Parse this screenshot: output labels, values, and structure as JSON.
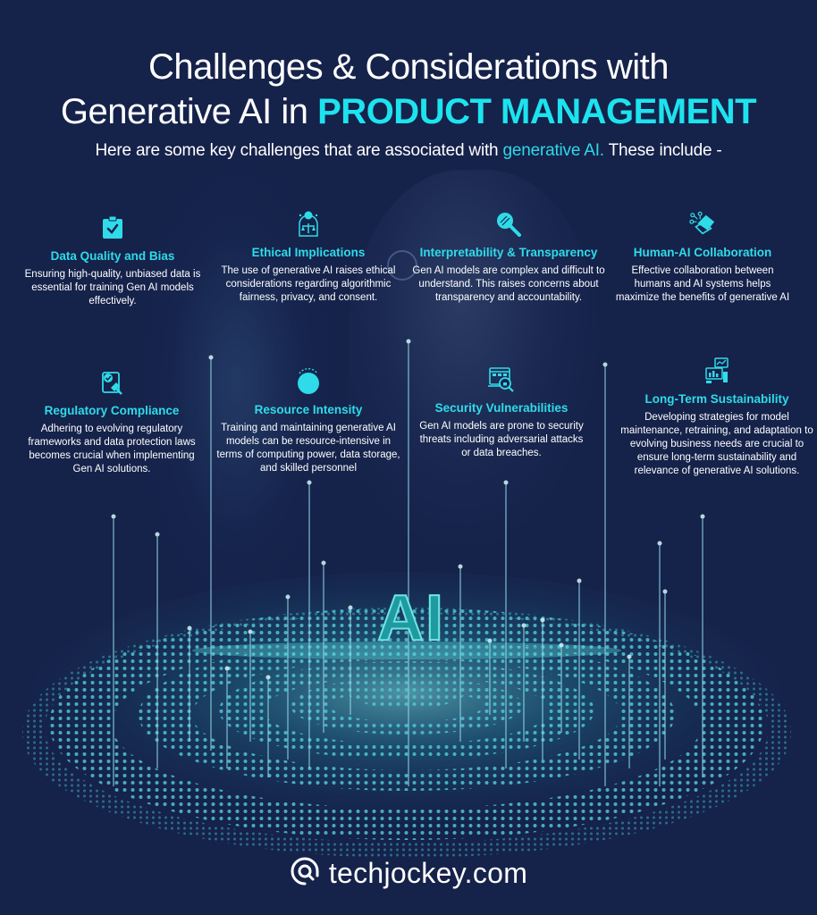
{
  "header": {
    "title_line1": "Challenges & Considerations with",
    "title_line2_prefix": "Generative AI in ",
    "title_line2_accent": "PRODUCT MANAGEMENT",
    "subtitle_prefix": "Here are some key challenges that are associated with ",
    "subtitle_accent": "generative AI.",
    "subtitle_suffix": " These include -"
  },
  "cards": [
    {
      "icon": "checklist-icon",
      "title": "Data Quality and Bias",
      "description": "Ensuring high-quality, unbiased data is essential for training Gen AI models effectively."
    },
    {
      "icon": "scales-icon",
      "title": "Ethical Implications",
      "description": "The use of generative AI raises ethical considerations regarding algorithmic fairness, privacy, and consent."
    },
    {
      "icon": "magnifier-icon",
      "title": "Interpretability & Transparency",
      "description": "Gen AI models are complex and difficult to understand. This raises concerns about transparency and accountability."
    },
    {
      "icon": "handshake-icon",
      "title": "Human-AI Collaboration",
      "description": "Effective collaboration between humans and AI systems helps maximize the benefits of generative AI"
    },
    {
      "icon": "compliance-document-icon",
      "title": "Regulatory Compliance",
      "description": "Adhering to evolving regulatory frameworks and data protection laws becomes crucial when implementing Gen AI solutions."
    },
    {
      "icon": "resource-gauge-icon",
      "title": "Resource Intensity",
      "description": "Training and maintaining generative AI models can be resource-intensive in terms of computing power, data storage, and skilled personnel"
    },
    {
      "icon": "security-scan-icon",
      "title": "Security Vulnerabilities",
      "description": "Gen AI models are prone to security threats including adversarial attacks or data breaches."
    },
    {
      "icon": "sustainability-dashboard-icon",
      "title": "Long-Term Sustainability",
      "description": "Developing strategies for model maintenance, retraining, and adaptation to evolving business needs are crucial to ensure long-term sustainability and relevance of generative AI solutions."
    }
  ],
  "center_graphic": {
    "label": "AI"
  },
  "footer": {
    "brand": "techjockey.com",
    "icon": "techjockey-logo-icon"
  },
  "colors": {
    "background": "#15224a",
    "accent": "#1de3ee",
    "card_title": "#2fdbe8",
    "text": "#ffffff"
  }
}
